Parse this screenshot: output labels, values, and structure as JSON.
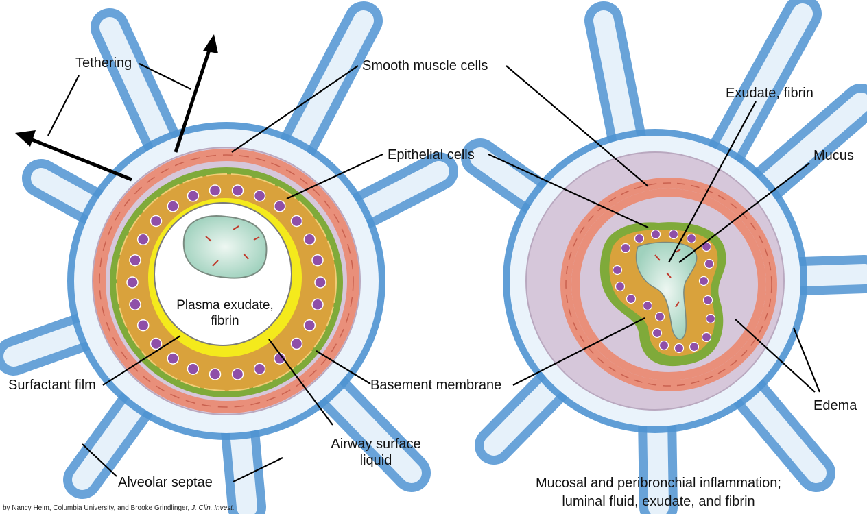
{
  "labels": {
    "tethering": "Tethering",
    "smooth_muscle_cells": "Smooth muscle cells",
    "epithelial_cells": "Epithelial cells",
    "exudate_fibrin": "Exudate, fibrin",
    "mucus": "Mucus",
    "plasma_exudate": "Plasma exudate,",
    "fibrin": "fibrin",
    "surfactant_film": "Surfactant film",
    "basement_membrane": "Basement membrane",
    "airway_surface_liquid_1": "Airway surface",
    "airway_surface_liquid_2": "liquid",
    "alveolar_septae": "Alveolar septae",
    "edema": "Edema"
  },
  "caption": {
    "line1": "Mucosal and peribronchial inflammation;",
    "line2": "luminal fluid, exudate, and fibrin"
  },
  "credit": {
    "text": "by Nancy Heim, Columbia University, and Brooke Grindlinger, ",
    "journal": "J. Clin. Invest."
  },
  "colors": {
    "septae_blue": "#5b9bd5",
    "septae_light": "#e4f0fa",
    "submucosa_lilac": "#d9cbdc",
    "smooth_muscle": "#e98f7a",
    "basement_green": "#7faa3a",
    "epithelium_gold": "#d9a23c",
    "nucleus_purple": "#8f4fa8",
    "surface_liquid_yellow": "#f4ea1c",
    "exudate_teal": "#b9dfc9"
  }
}
